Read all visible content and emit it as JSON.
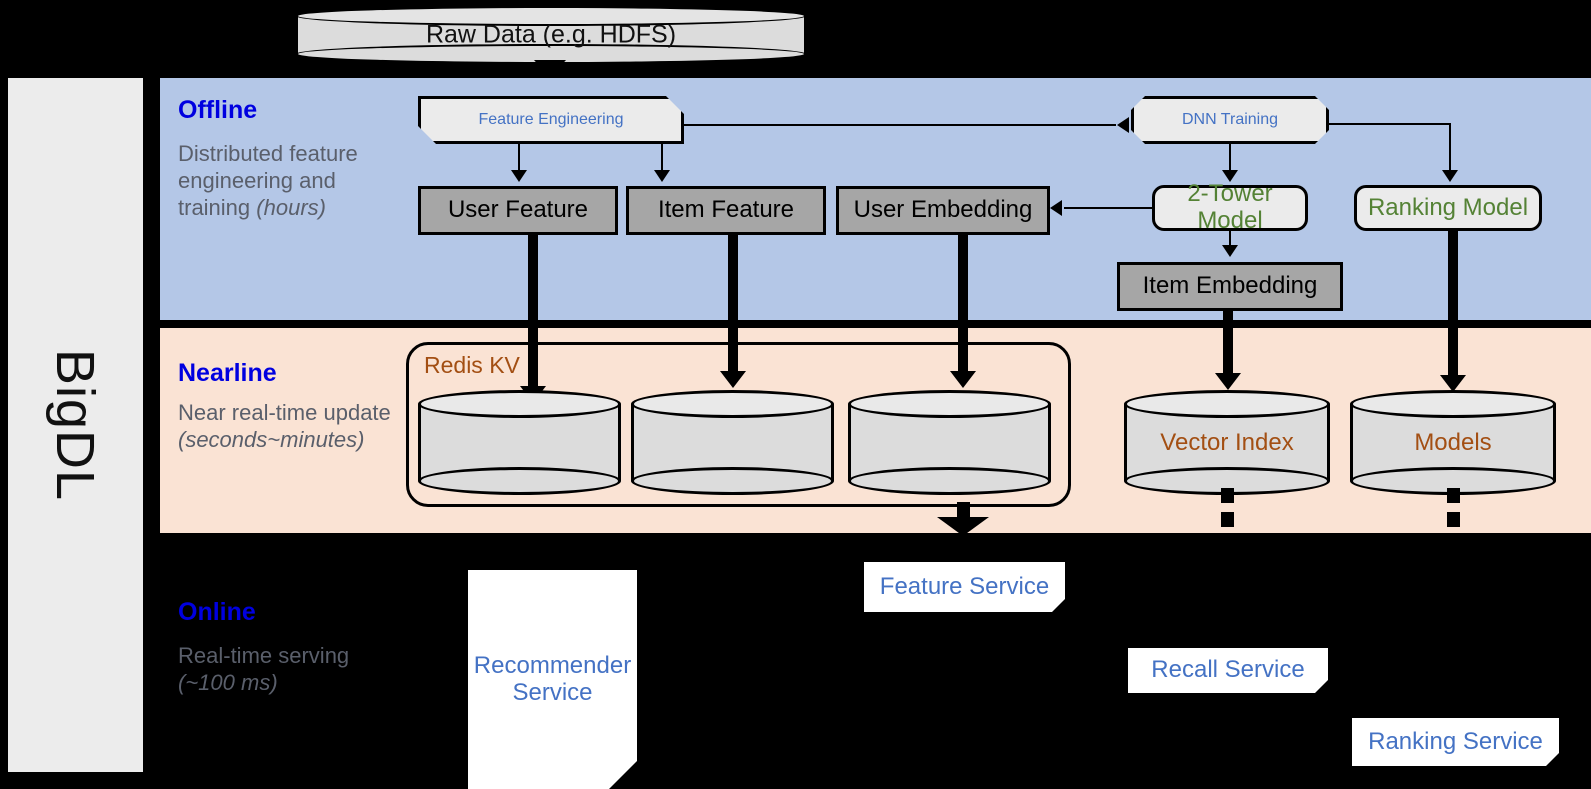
{
  "rail": {
    "label": "BigDL"
  },
  "bands": {
    "offline": {
      "title": "Offline",
      "subtitle": "Distributed feature engineering and training ",
      "subtitle_em": "(hours)"
    },
    "nearline": {
      "title": "Nearline",
      "subtitle": "Near real-time update ",
      "subtitle_em": "(seconds~minutes)"
    },
    "online": {
      "title": "Online",
      "subtitle": "Real-time serving ",
      "subtitle_em": "(~100 ms)"
    }
  },
  "source": {
    "raw_data": "Raw Data (e.g. HDFS)"
  },
  "offline_nodes": {
    "feature_engineering": "Feature Engineering",
    "dnn_training": "DNN Training",
    "user_feature": "User Feature",
    "item_feature": "Item Feature",
    "user_embedding": "User Embedding",
    "two_tower_model": "2-Tower Model",
    "ranking_model": "Ranking Model",
    "item_embedding": "Item Embedding"
  },
  "nearline_nodes": {
    "redis_group": "Redis KV",
    "store_user_feature": "",
    "store_item_feature": "",
    "store_user_embedding": "",
    "vector_index": "Vector Index",
    "models": "Models"
  },
  "online_nodes": {
    "recommender_service": "Recommender Service",
    "feature_service": "Feature Service",
    "recall_service": "Recall Service",
    "ranking_service": "Ranking Service"
  },
  "colors": {
    "offline_band": "#b4c7e7",
    "nearline_band": "#fae3d4",
    "online_band": "#000000",
    "rail": "#ececec",
    "title_blue": "#0000e0",
    "text_blue": "#4472c4",
    "text_green": "#548235",
    "text_brown": "#a34f13",
    "gray_box": "#a6a6a6",
    "light_box": "#ebebeb"
  }
}
